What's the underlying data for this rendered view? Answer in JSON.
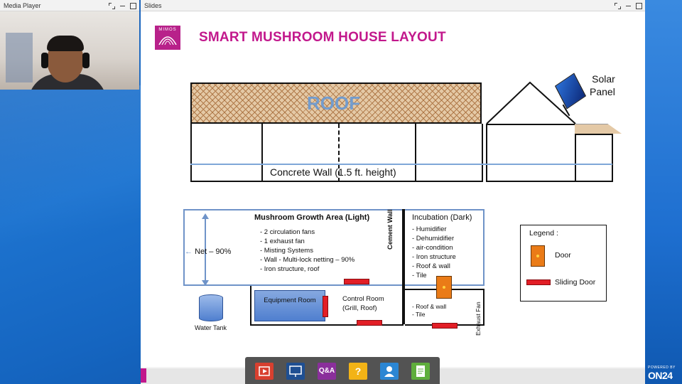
{
  "media_player": {
    "title": "Media Player"
  },
  "slides_window": {
    "title": "Slides"
  },
  "slide": {
    "logo_text": "MIMOS",
    "title": "SMART MUSHROOM HOUSE LAYOUT",
    "roof_label": "ROOF",
    "concrete_wall_label": "Concrete Wall  (1.5 ft. height)",
    "solar_label_line1": "Solar",
    "solar_label_line2": "Panel",
    "net_label": "Net – 90%",
    "growth_area": {
      "title": "Mushroom Growth Area (Light)",
      "items": [
        "- 2 circulation fans",
        "- 1 exhaust fan",
        "- Misting Systems",
        "- Wall - Multi-lock netting – 90%",
        "- Iron structure, roof"
      ]
    },
    "cement_wall_label": "Cement  Wall",
    "incubation": {
      "title": "Incubation (Dark)",
      "items": [
        "- Humidifier",
        "- Dehumidifier",
        "- air-condition",
        "- Iron structure",
        "- Roof & wall",
        "- Tile"
      ]
    },
    "equipment_room_label": "Equipment Room",
    "control_room_line1": "Control Room",
    "control_room_line2": "(Grill, Roof)",
    "bottom_right_items": [
      "- Roof & wall",
      "- Tile"
    ],
    "exhaust_fan_label": "Exhaust Fan",
    "water_tank_label": "Water Tank",
    "legend": {
      "title": "Legend :",
      "door_label": "Door",
      "sliding_door_label": "Sliding Door"
    }
  },
  "dock": {
    "qa_label": "Q&A",
    "help_label": "?"
  },
  "branding": {
    "powered_by": "POWERED BY",
    "on24": "ON24"
  },
  "colors": {
    "title_magenta": "#c2188c",
    "door_orange": "#ea7b17",
    "sliding_door_red": "#e21e26"
  }
}
